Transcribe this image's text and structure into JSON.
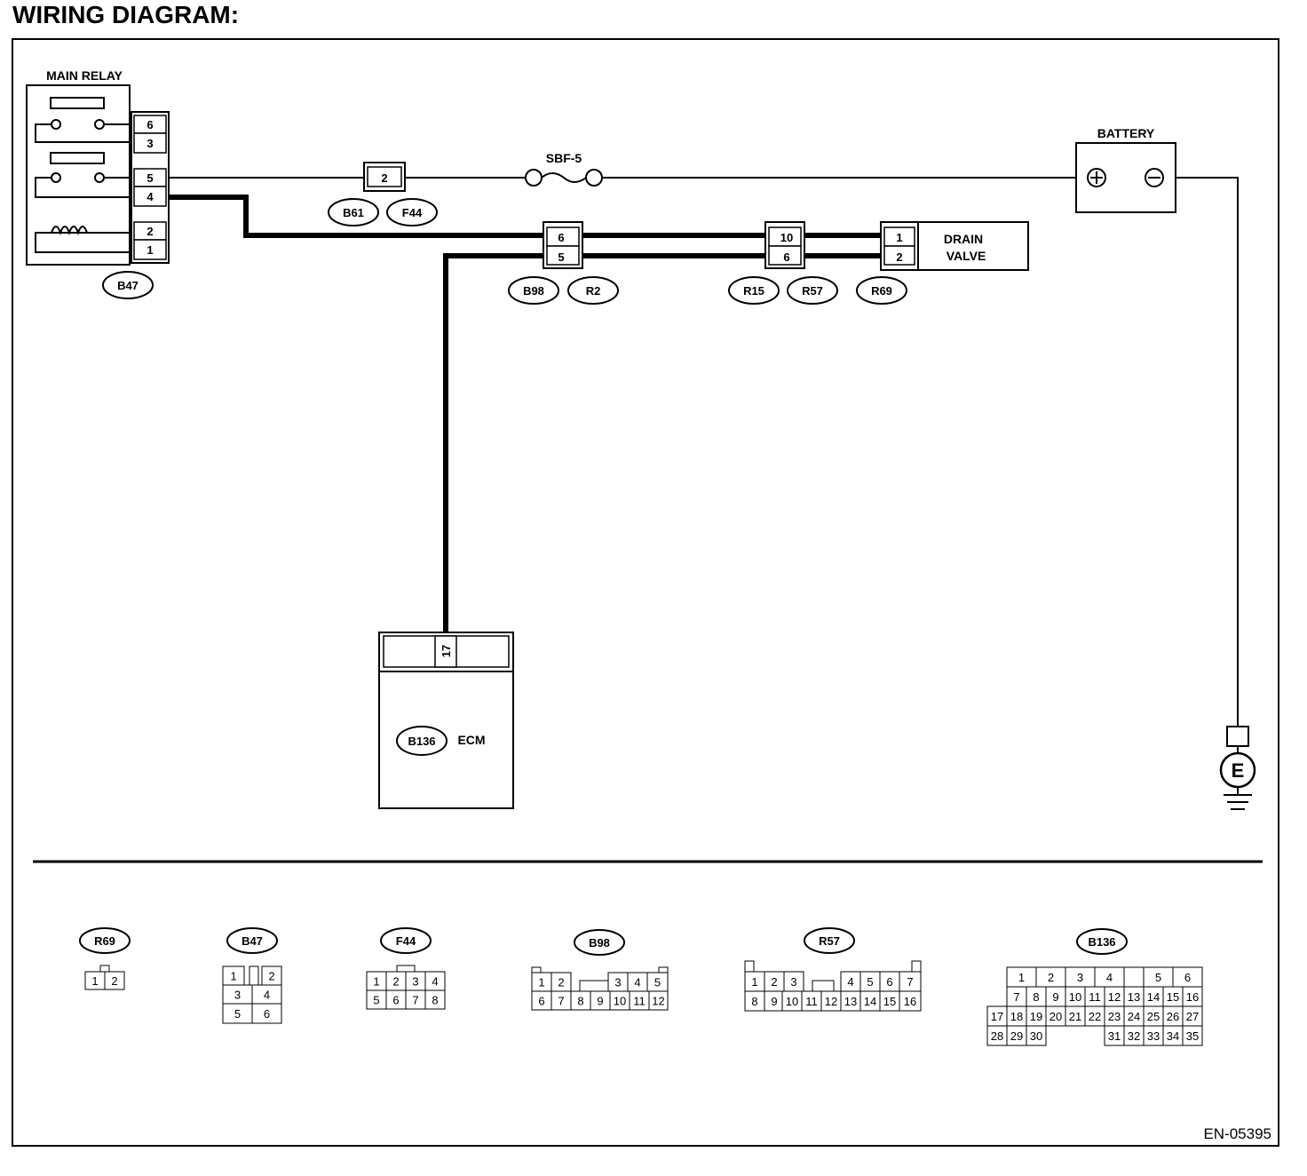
{
  "title": "WIRING DIAGRAM:",
  "doc_code": "EN-05395",
  "components": {
    "main_relay": "MAIN RELAY",
    "battery": "BATTERY",
    "fuse": "SBF-5",
    "drain_valve": [
      "DRAIN",
      "VALVE"
    ],
    "ecm": "ECM",
    "ground": "E"
  },
  "connectors": {
    "B47": "B47",
    "B61": "B61",
    "F44": "F44",
    "B98": "B98",
    "R2": "R2",
    "R15": "R15",
    "R57": "R57",
    "R69": "R69",
    "B136": "B136"
  },
  "pins": {
    "relay": [
      "6",
      "3",
      "5",
      "4",
      "2",
      "1"
    ],
    "b61": "2",
    "b98": [
      "6",
      "5"
    ],
    "r15": [
      "10",
      "6"
    ],
    "r69": [
      "1",
      "2"
    ],
    "ecm": "17"
  },
  "connector_faces": {
    "R69": {
      "label": "R69",
      "rows": [
        [
          "1",
          "2"
        ]
      ]
    },
    "B47": {
      "label": "B47",
      "rows": [
        [
          "1",
          "",
          "2"
        ],
        [
          "3",
          "4"
        ],
        [
          "5",
          "6"
        ]
      ]
    },
    "F44": {
      "label": "F44",
      "rows": [
        [
          "1",
          "2",
          "3",
          "4"
        ],
        [
          "5",
          "6",
          "7",
          "8"
        ]
      ]
    },
    "B98": {
      "label": "B98",
      "rows": [
        [
          "1",
          "2",
          "",
          "3",
          "4",
          "5"
        ],
        [
          "6",
          "7",
          "8",
          "9",
          "10",
          "11",
          "12"
        ]
      ]
    },
    "R57": {
      "label": "R57",
      "rows": [
        [
          "1",
          "2",
          "3",
          "",
          "4",
          "5",
          "6",
          "7"
        ],
        [
          "8",
          "9",
          "10",
          "11",
          "12",
          "13",
          "14",
          "15",
          "16"
        ]
      ]
    },
    "B136": {
      "label": "B136",
      "rows": [
        [
          "1",
          "2",
          "3",
          "4",
          "",
          "5",
          "6"
        ],
        [
          "7",
          "8",
          "9",
          "10",
          "11",
          "12",
          "13",
          "14",
          "15",
          "16"
        ],
        [
          "17",
          "18",
          "19",
          "20",
          "21",
          "22",
          "23",
          "24",
          "25",
          "26",
          "27"
        ],
        [
          "28",
          "29",
          "30",
          "31",
          "32",
          "33",
          "34",
          "35"
        ]
      ]
    }
  }
}
